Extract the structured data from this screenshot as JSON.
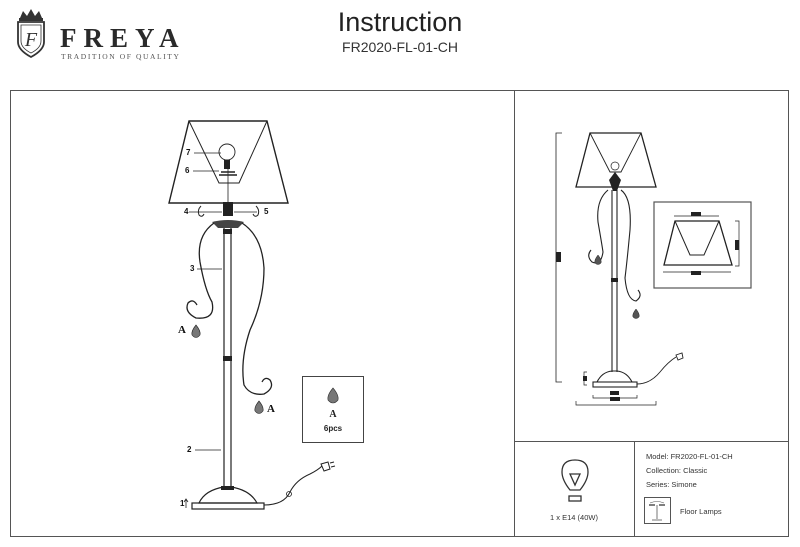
{
  "brand": {
    "name": "FREYA",
    "tagline": "TRADITION OF QUALITY",
    "crest_letter": "F"
  },
  "header": {
    "title": "Instruction",
    "model_code": "FR2020-FL-01-CH"
  },
  "assembly_diagram": {
    "callouts": [
      "1",
      "2",
      "3",
      "4",
      "5",
      "6",
      "7"
    ],
    "pendant_label": "A"
  },
  "parts_box": {
    "part_label": "A",
    "quantity": "6pcs"
  },
  "dimension_diagram": {
    "note": "dimension values rendered illegibly"
  },
  "legend": {
    "bulb_icon": "light-bulb-icon",
    "bulb_spec": "1 x E14 (40W)",
    "model": "Model: FR2020-FL-01-CH",
    "collection": "Collection: Classic",
    "series": "Series: Simone",
    "type_icon": "floor-lamp-icon",
    "type_label": "Floor Lamps"
  }
}
